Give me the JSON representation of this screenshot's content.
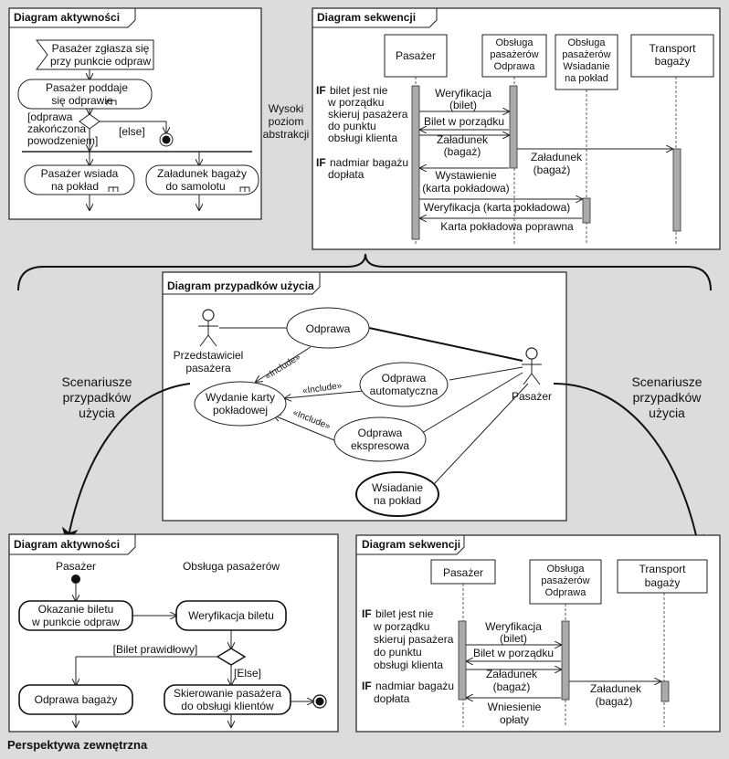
{
  "top_activity": {
    "header": "Diagram aktywności",
    "flag_line1": "Pasażer zgłasza się",
    "flag_line2": "przy punkcie odpraw",
    "act1_line1": "Pasażer poddaje",
    "act1_line2": "się odprawie",
    "guard1_line1": "[odprawa",
    "guard1_line2": "zakończona",
    "guard1_line3": "powodzeniem]",
    "guard_else": "[else]",
    "act2_line1": "Pasażer wsiada",
    "act2_line2": "na pokład",
    "act3_line1": "Załadunek bagaży",
    "act3_line2": "do samolotu"
  },
  "abstraction_label": [
    "Wysoki",
    "poziom",
    "abstrakcji"
  ],
  "top_sequence": {
    "header": "Diagram sekwencji",
    "lifelines": [
      [
        "Pasażer"
      ],
      [
        "Obsługa",
        "pasażerów",
        "Odprawa"
      ],
      [
        "Obsługa",
        "pasażerów",
        "Wsiadanie",
        "na pokład"
      ],
      [
        "Transport",
        "bagaży"
      ]
    ],
    "if1_kw": "IF",
    "if1_text": [
      "bilet jest nie",
      "w porządku",
      "skieruj pasażera",
      "do punktu",
      "obsługi klienta"
    ],
    "if2_kw": "IF",
    "if2_text": [
      "nadmiar bagażu",
      "dopłata"
    ],
    "msg1": [
      "Weryfikacja",
      "(bilet)"
    ],
    "msg2": "Bilet w porządku",
    "msg3": [
      "Załadunek",
      "(bagaż)"
    ],
    "msg4": [
      "Załadunek",
      "(bagaż)"
    ],
    "msg5": [
      "Wystawienie",
      "(karta pokładowa)"
    ],
    "msg6": "Weryfikacja (karta pokładowa)",
    "msg7": "Karta pokładowa poprawna"
  },
  "use_case": {
    "header": "Diagram przypadków użycia",
    "actor1": [
      "Przedstawiciel",
      "pasażera"
    ],
    "actor2": "Pasażer",
    "uc_odprawa": "Odprawa",
    "uc_wydanie": [
      "Wydanie karty",
      "pokładowej"
    ],
    "uc_auto": [
      "Odprawa",
      "automatyczna"
    ],
    "uc_ekspres": [
      "Odprawa",
      "ekspresowa"
    ],
    "uc_wsiadanie": [
      "Wsiadanie",
      "na pokład"
    ],
    "include1": "«Include»",
    "include2": "«Include»",
    "include3": "«Include»"
  },
  "scenario_left": [
    "Scenariusze",
    "przypadków",
    "użycia"
  ],
  "scenario_right": [
    "Scenariusze",
    "przypadków",
    "użycia"
  ],
  "bottom_activity": {
    "header": "Diagram aktywności",
    "lane1": "Pasażer",
    "lane2": "Obsługa pasażerów",
    "act1": [
      "Okazanie biletu",
      "w punkcie odpraw"
    ],
    "act2": "Weryfikacja biletu",
    "guard_valid": "[Bilet prawidłowy]",
    "guard_else": "[Else]",
    "act3": "Odprawa bagaży",
    "act4": [
      "Skierowanie pasażera",
      "do obsługi klientów"
    ]
  },
  "bottom_sequence": {
    "header": "Diagram sekwencji",
    "lifelines": [
      [
        "Pasażer"
      ],
      [
        "Obsługa",
        "pasażerów",
        "Odprawa"
      ],
      [
        "Transport",
        "bagaży"
      ]
    ],
    "if1_kw": "IF",
    "if1_text": [
      "bilet jest nie",
      "w porządku",
      "skieruj pasażera",
      "do punktu",
      "obsługi klienta"
    ],
    "if2_kw": "IF",
    "if2_text": [
      "nadmiar bagażu",
      "dopłata"
    ],
    "msg1": [
      "Weryfikacja",
      "(bilet)"
    ],
    "msg2": "Bilet w porządku",
    "msg3": [
      "Załadunek",
      "(bagaż)"
    ],
    "msg4": [
      "Załadunek",
      "(bagaż)"
    ],
    "msg5": [
      "Wniesienie",
      "opłaty"
    ]
  },
  "footer": "Perspektywa zewnętrzna"
}
